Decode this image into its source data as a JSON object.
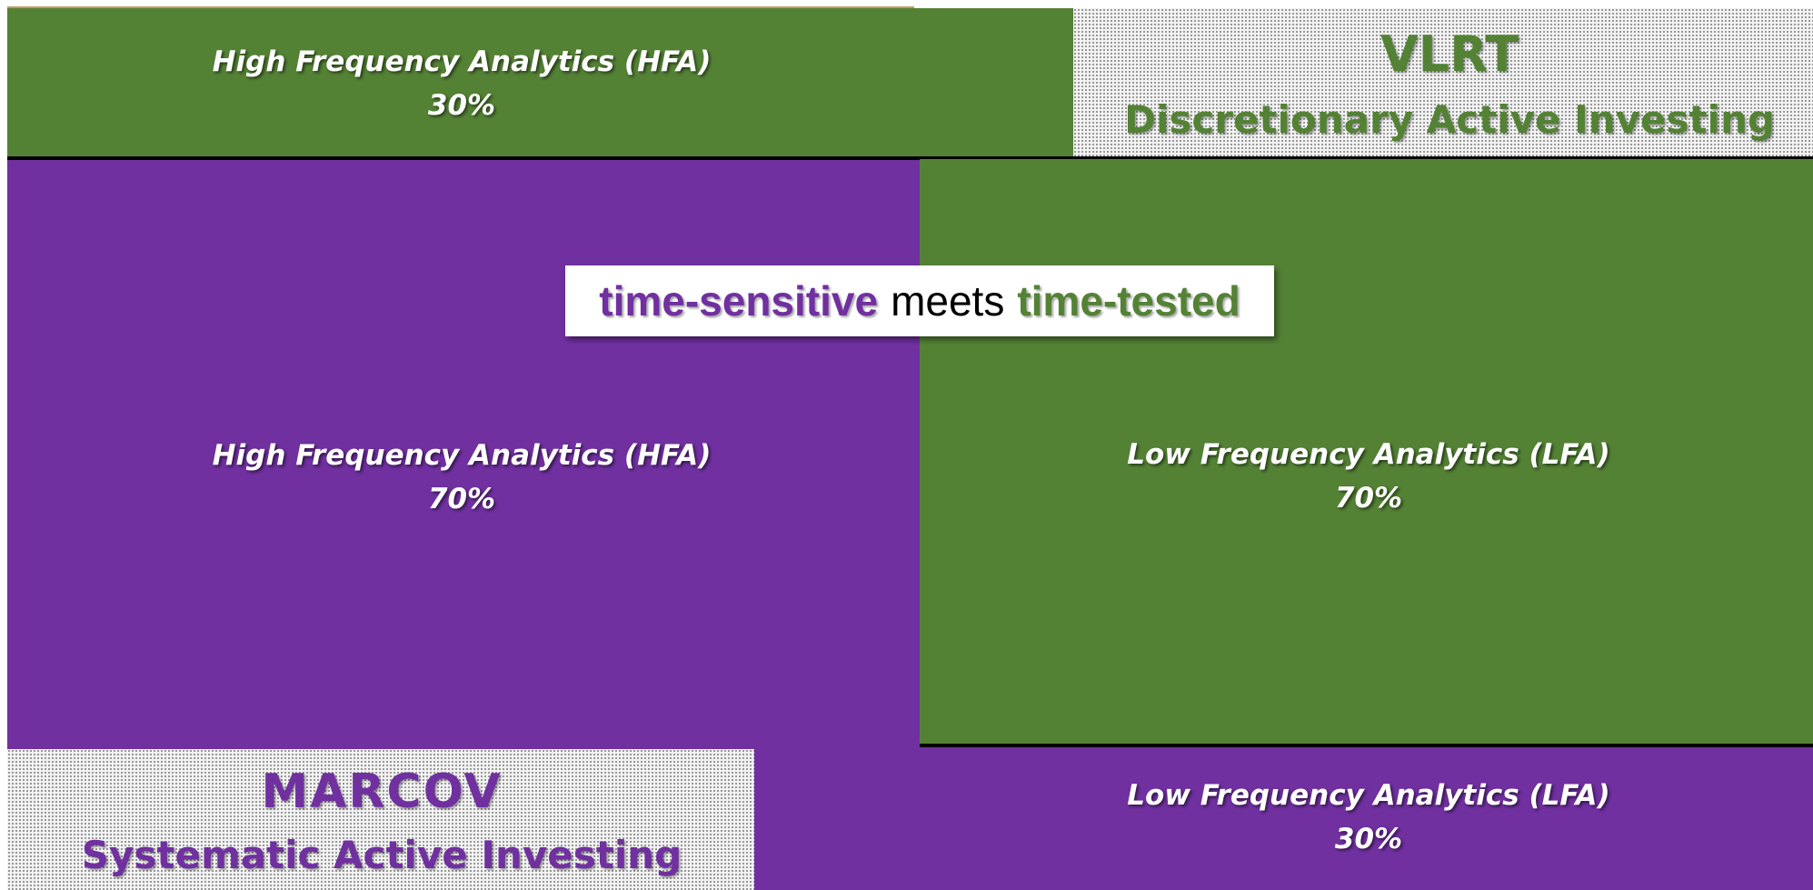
{
  "colors": {
    "green": "#548235",
    "purple": "#7030a0"
  },
  "top_left": {
    "name": "High Frequency Analytics (HFA)",
    "pct": "30%"
  },
  "center_left": {
    "name": "High Frequency Analytics (HFA)",
    "pct": "70%"
  },
  "center_right": {
    "name": "Low Frequency Analytics (LFA)",
    "pct": "70%"
  },
  "bottom_right": {
    "name": "Low Frequency Analytics (LFA)",
    "pct": "30%"
  },
  "vlrt": {
    "title": "VLRT",
    "subtitle": "Discretionary Active Investing"
  },
  "marcov": {
    "title": "MARCOV",
    "subtitle": "Systematic Active Investing"
  },
  "tagline": {
    "part1": "time-sensitive",
    "part2": "meets",
    "part3": "time-tested"
  }
}
